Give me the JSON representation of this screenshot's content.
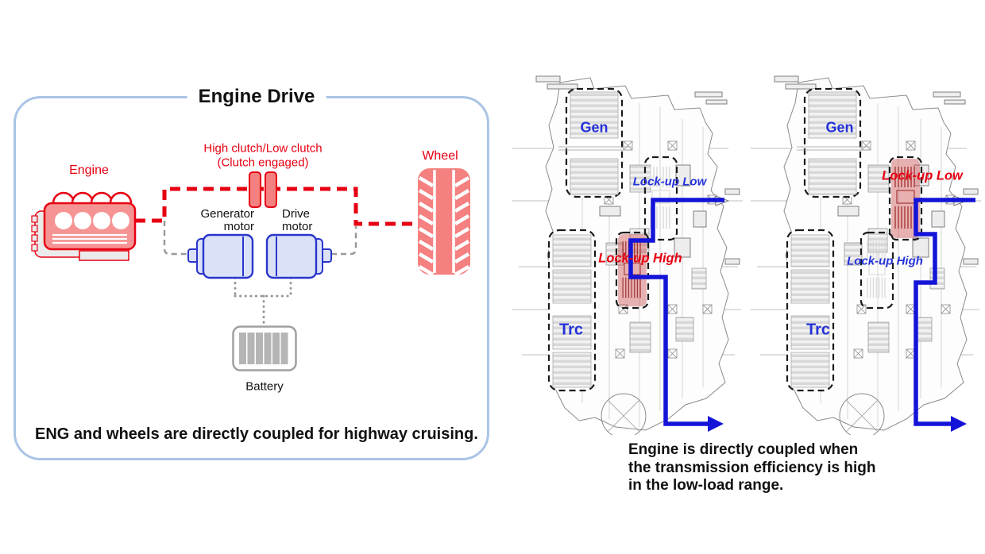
{
  "left_panel": {
    "title": "Engine Drive",
    "labels": {
      "engine": "Engine",
      "clutch_line1": "High clutch/Low clutch",
      "clutch_line2": "(Clutch engaged)",
      "wheel": "Wheel",
      "generator_line1": "Generator",
      "generator_line2": "motor",
      "drive_line1": "Drive",
      "drive_line2": "motor",
      "battery": "Battery"
    },
    "caption": "ENG and wheels are directly coupled for highway cruising."
  },
  "right_panel": {
    "diagram1": {
      "gen": "Gen",
      "trc": "Trc",
      "lockup_low": "Lock-up Low",
      "lockup_high": "Lock-up High",
      "engaged_clutch": "Lock-up High"
    },
    "diagram2": {
      "gen": "Gen",
      "trc": "Trc",
      "lockup_low": "Lock-up Low",
      "lockup_high": "Lock-up High",
      "engaged_clutch": "Lock-up Low"
    },
    "caption_line1": "Engine is directly coupled when",
    "caption_line2": "the transmission efficiency is high",
    "caption_line3": "in the low-load range."
  },
  "colors": {
    "accent_red": "#e60012",
    "pink_fill": "#f58c8c",
    "label_blue": "#2432d8",
    "flow_blue": "#1414d8",
    "panel_border_blue": "#aac4e6",
    "connector_gray": "#999999"
  }
}
